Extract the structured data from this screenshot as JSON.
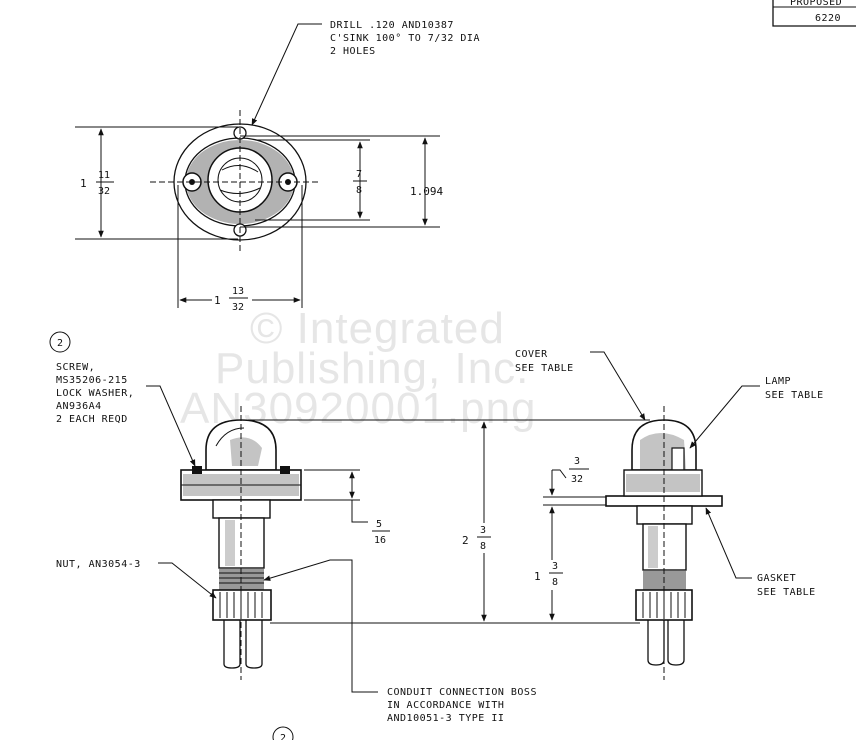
{
  "title_block": {
    "line1": "PROPOSED",
    "line2": "6220"
  },
  "callouts": {
    "drill_line1": "DRILL .120 AND10387",
    "drill_line2": "C'SINK 100° TO 7/32 DIA",
    "drill_line3": "2 HOLES",
    "screw_line1": "SCREW,",
    "screw_line2": "MS35206-215",
    "screw_line3": "LOCK WASHER,",
    "screw_line4": "AN936A4",
    "screw_line5": "2 EACH REQD",
    "nut": "NUT, AN3054-3",
    "conduit_line1": "CONDUIT CONNECTION BOSS",
    "conduit_line2": "IN ACCORDANCE WITH",
    "conduit_line3": "AND10051-3 TYPE II",
    "cover_line1": "COVER",
    "cover_line2": "SEE TABLE",
    "lamp_line1": "LAMP",
    "lamp_line2": "SEE TABLE",
    "gasket_line1": "GASKET",
    "gasket_line2": "SEE TABLE"
  },
  "dimensions": {
    "height_whole": "1",
    "height_num": "11",
    "height_den": "32",
    "width_whole": "1",
    "width_num": "13",
    "width_den": "32",
    "inner_num": "7",
    "inner_den": "8",
    "outer": "1.094",
    "boss_num": "5",
    "boss_den": "16",
    "overall_whole": "2",
    "overall_num": "3",
    "overall_den": "8",
    "flange_num": "3",
    "flange_den": "32",
    "lower_whole": "1",
    "lower_num": "3",
    "lower_den": "8"
  },
  "view_markers": {
    "upper": "2",
    "lower": "2"
  },
  "watermark": {
    "line1": "© Integrated",
    "line2": "Publishing, Inc.",
    "line3": "AN30920001.png"
  }
}
